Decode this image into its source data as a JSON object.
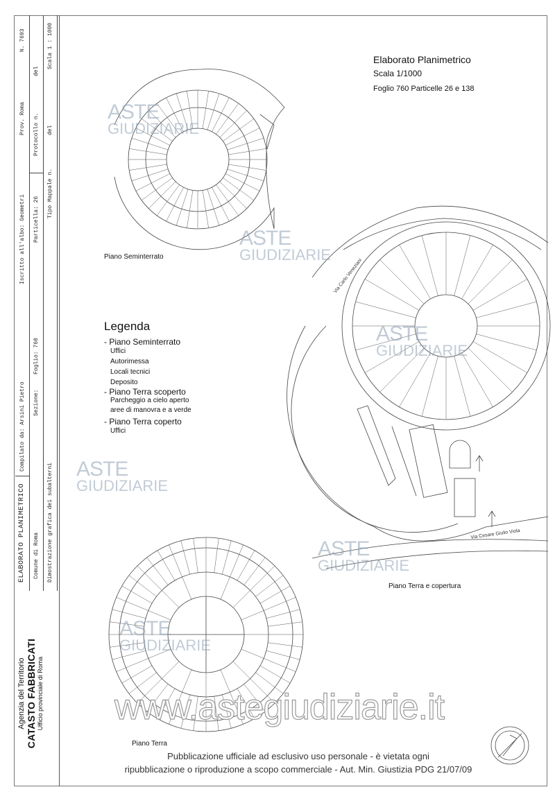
{
  "header_strip": {
    "title": "ELABORATO PLANIMETRICO",
    "compilato": "Compilato da: Arsini Pietro",
    "iscritto": "Iscritto all'albo: Geometri",
    "prov": "Prov. Roma",
    "numero": "N. 7693",
    "comune": "Comune di Roma",
    "sezione": "Sezione:",
    "foglio": "Foglio: 760",
    "particella": "Particella: 26",
    "protocollo": "Protocollo n.",
    "del1": "del",
    "dimostrazione": "Dimostrazione grafica dei subalterni",
    "tipo_mappale": "Tipo Mappale n.",
    "del2": "del",
    "scala": "Scala 1 : 1000"
  },
  "agency": {
    "line1": "Agenzia del Territorio",
    "line2": "CATASTO FABBRICATI",
    "line3": "Ufficio provinciale di  Roma"
  },
  "title_block": {
    "title": "Elaborato Planimetrico",
    "scale": "Scala 1/1000",
    "foglio": "Foglio 760 Particelle 26 e 138"
  },
  "legend": {
    "title": "Legenda",
    "groups": [
      {
        "label": "- Piano Seminterrato",
        "items": [
          "Uffici",
          "Autorimessa",
          "Locali tecnici",
          "Deposito"
        ]
      },
      {
        "label": "- Piano Terra scoperto",
        "items": [
          "Parcheggio a cielo aperto",
          "aree di manovra e a verde"
        ]
      },
      {
        "label": "- Piano Terra coperto",
        "items": [
          "Uffici"
        ]
      }
    ]
  },
  "plans": {
    "seminterrato": "Piano Seminterrato",
    "terra_copertura": "Piano Terra e copertura",
    "terra": "Piano Terra"
  },
  "streets": {
    "north": "Via Carlo Veneziani",
    "south": "Via Cesare Giulio Viola"
  },
  "watermark": {
    "aste": "ASTE",
    "giudiziarie": "GIUDIZIARIE",
    "site": "www.astegiudiziarie.it"
  },
  "footer": {
    "line1": "Pubblicazione ufficiale ad esclusivo uso personale - è vietata ogni",
    "line2": "ripubblicazione o riproduzione a scopo commerciale - Aut. Min. Giustizia PDG 21/07/09"
  }
}
